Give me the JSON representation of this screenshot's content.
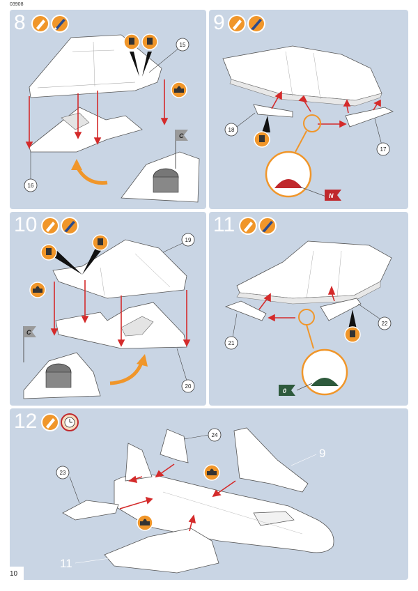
{
  "document": {
    "code": "03908",
    "page_number": "10"
  },
  "steps": [
    {
      "number": "8",
      "callouts": [
        "15",
        "16"
      ],
      "color_flag": "C"
    },
    {
      "number": "9",
      "callouts": [
        "18",
        "17"
      ],
      "color_flag": "N"
    },
    {
      "number": "10",
      "callouts": [
        "19",
        "20"
      ],
      "color_flag": "C"
    },
    {
      "number": "11",
      "callouts": [
        "21",
        "22"
      ],
      "color_flag": "0"
    },
    {
      "number": "12",
      "callouts": [
        "24",
        "23"
      ],
      "side_labels": [
        "9",
        "11"
      ]
    }
  ],
  "icons": [
    "glue-tube-icon",
    "paintbrush-icon",
    "cement-bottle-icon",
    "tape-icon",
    "clock-icon"
  ],
  "colors": {
    "panel_bg": "#c9d5e4",
    "arrow_red": "#d42b2b",
    "orange": "#f0962a",
    "flag_red": "#c0282c",
    "flag_green": "#2e5a3c",
    "flag_grey": "#9a9a9a"
  }
}
